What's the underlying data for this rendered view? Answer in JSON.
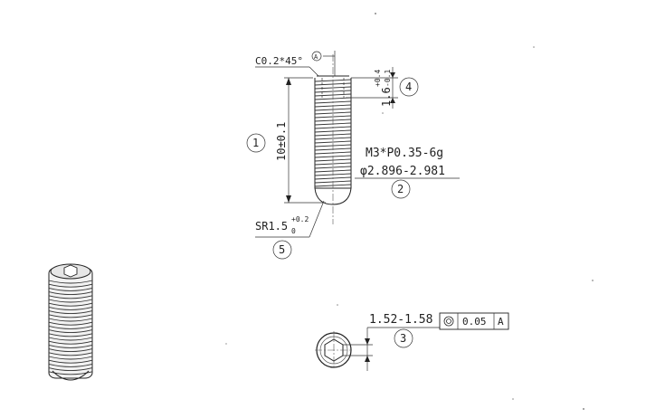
{
  "drawing": {
    "chamfer_note": "C0.2*45°",
    "datum_letter": "A",
    "thread_note": "M3*P0.35-6g",
    "diameter_note": "φ2.896-2.981",
    "length_dim": "10±0.1",
    "tip_radius": "SR1.5",
    "tip_radius_upper": "+0.2",
    "tip_radius_lower": "0",
    "socket_depth_main": "1.6",
    "socket_depth_upper": "+0.4",
    "socket_depth_lower": "-0.1",
    "hex_size": "1.52-1.58",
    "concentricity_symbol": "◎",
    "concentricity_tolerance": "0.05",
    "concentricity_datum": "A",
    "balloons": [
      "1",
      "2",
      "3",
      "4",
      "5"
    ]
  }
}
